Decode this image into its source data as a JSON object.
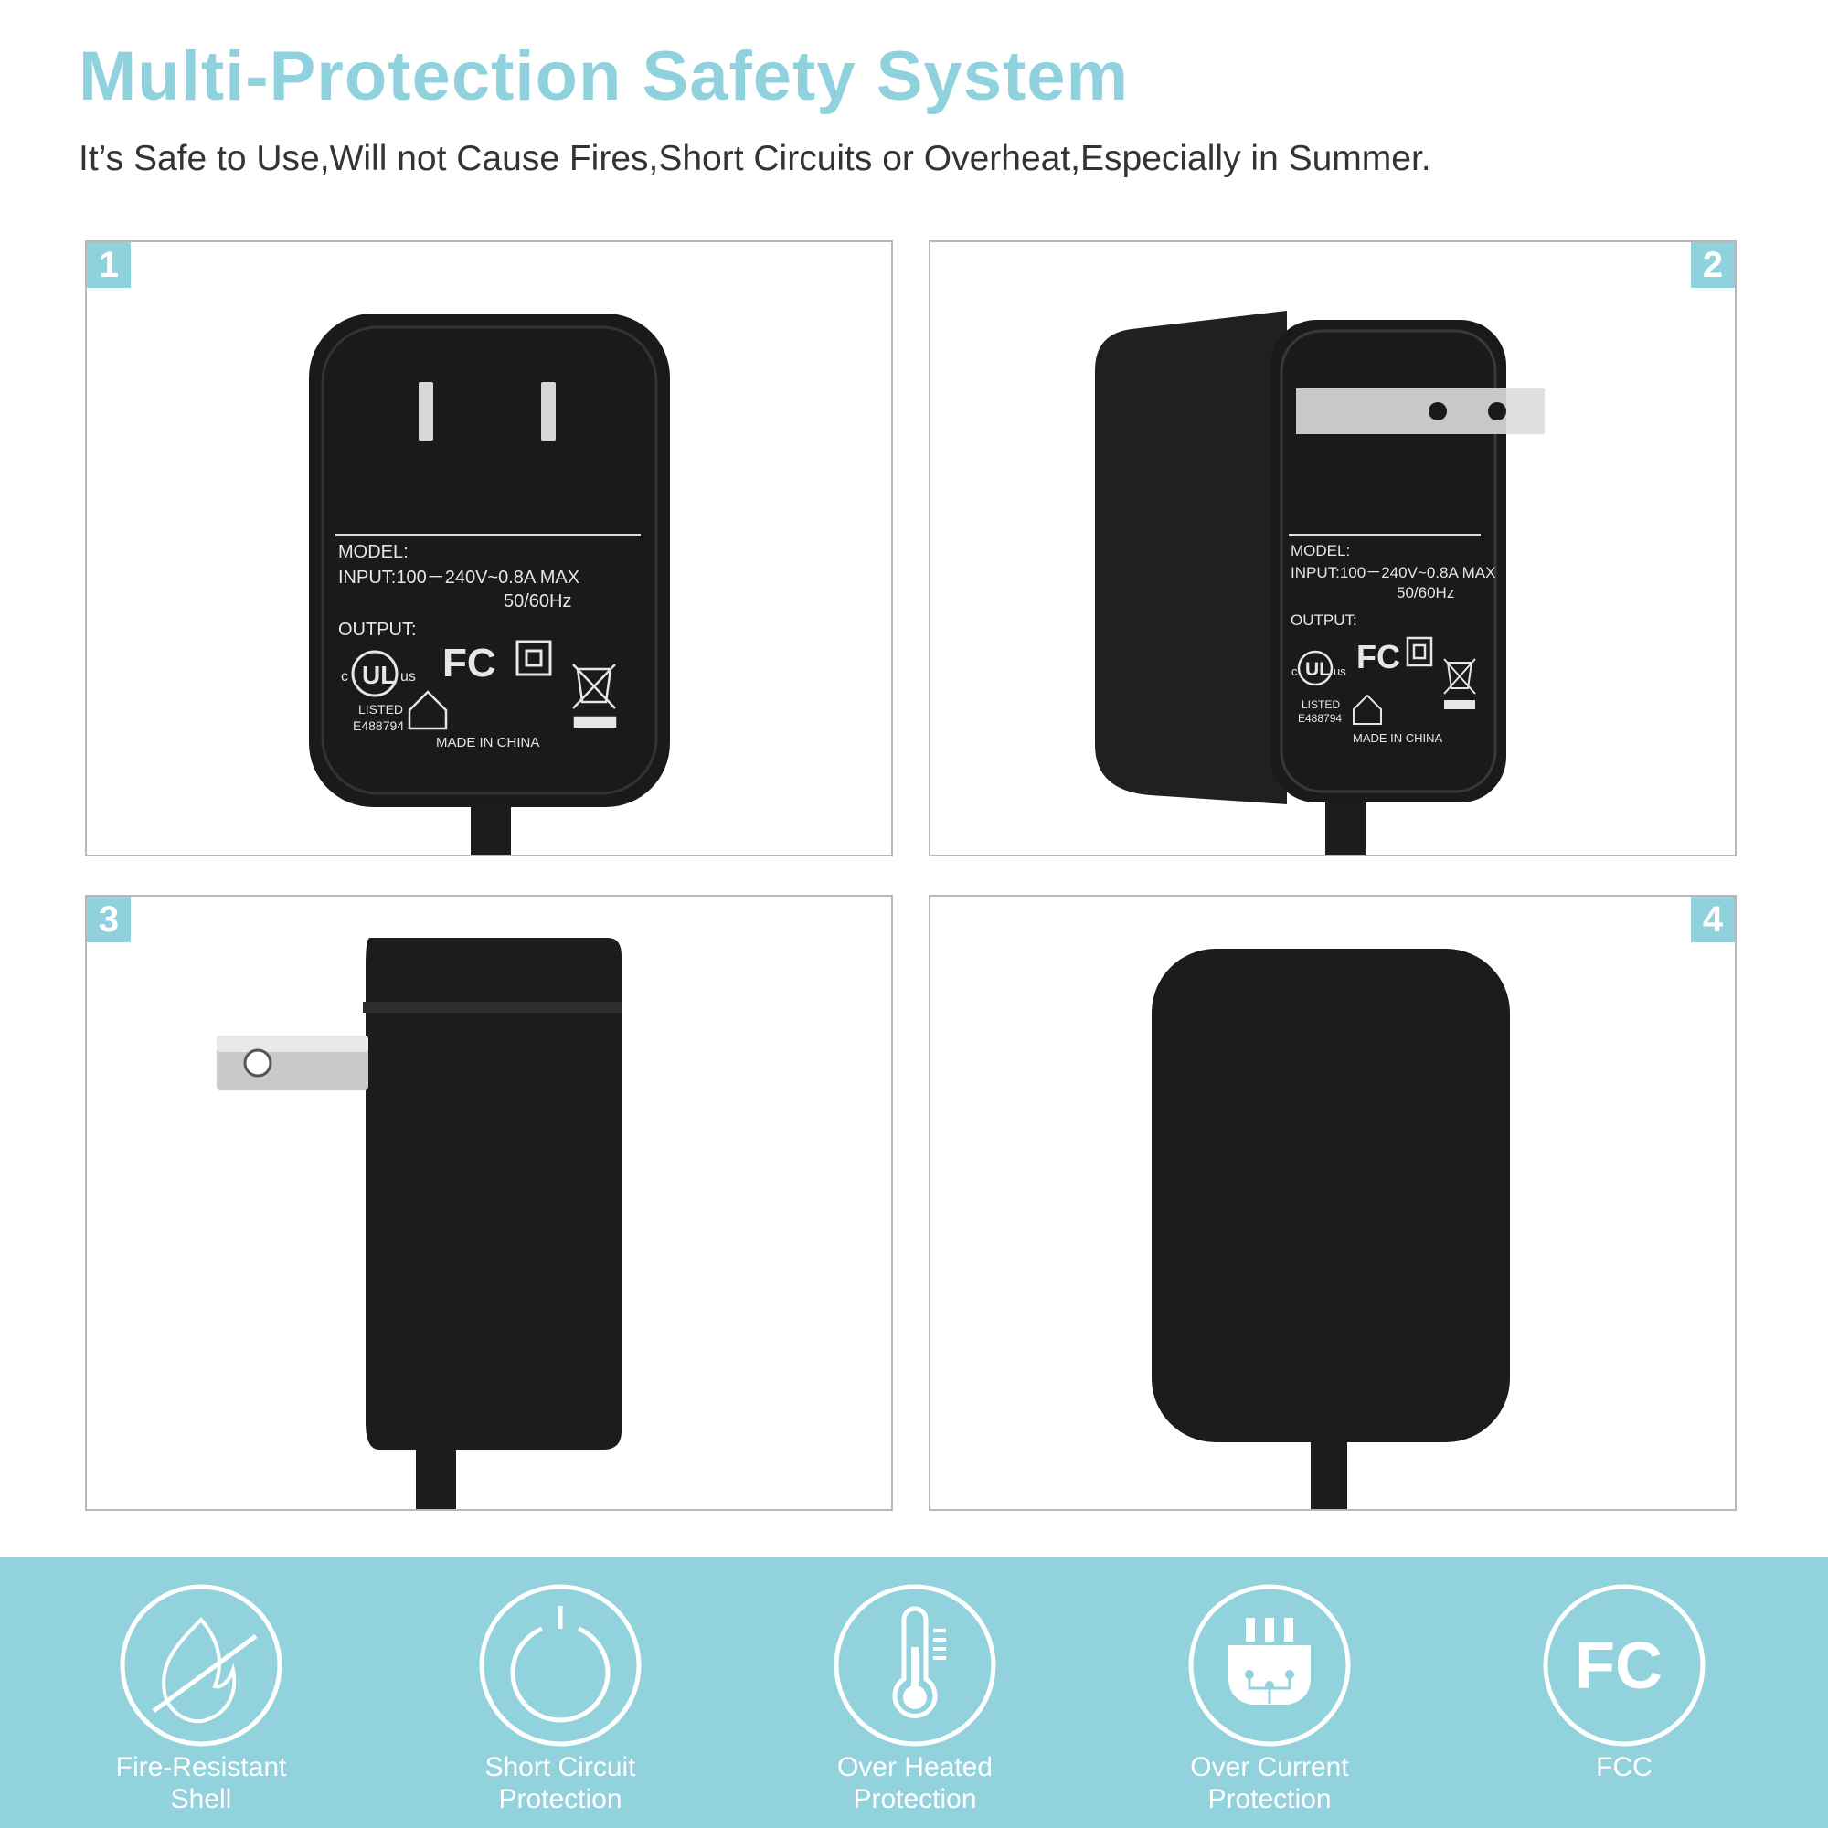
{
  "header": {
    "title": "Multi-Protection Safety System",
    "subtitle": "It’s Safe to Use,Will not Cause Fires,Short Circuits or Overheat,Especially in Summer."
  },
  "panels": [
    {
      "number": "1",
      "label": {
        "model": "MODEL:",
        "input": "INPUT:100－240V~0.8A  MAX",
        "freq": "50/60Hz",
        "output": "OUTPUT:",
        "listed": "LISTED",
        "file_no": "E488794",
        "made_in": "MADE IN CHINA",
        "ul_c": "c",
        "ul_us": "us",
        "fcc_mark": "FC"
      }
    },
    {
      "number": "2",
      "label": {
        "model": "MODEL:",
        "input": "INPUT:100－240V~0.8A  MAX",
        "freq": "50/60Hz",
        "output": "OUTPUT:",
        "listed": "LISTED",
        "file_no": "E488794",
        "made_in": "MADE IN CHINA",
        "ul_c": "c",
        "ul_us": "us",
        "fcc_mark": "FC"
      }
    },
    {
      "number": "3"
    },
    {
      "number": "4"
    }
  ],
  "features": [
    {
      "line1": "Fire-Resistant",
      "line2": "Shell",
      "icon": "flame-slash-icon"
    },
    {
      "line1": "Short Circuit",
      "line2": "Protection",
      "icon": "power-icon"
    },
    {
      "line1": "Over Heated",
      "line2": "Protection",
      "icon": "thermometer-icon"
    },
    {
      "line1": "Over Current",
      "line2": "Protection",
      "icon": "circuit-plug-icon"
    },
    {
      "line1": "FCC",
      "line2": "",
      "icon": "fcc-icon",
      "mark": "FC"
    }
  ],
  "colors": {
    "accent": "#8fd1dc",
    "band": "#92d2dd",
    "product": "#1a1a1a"
  }
}
